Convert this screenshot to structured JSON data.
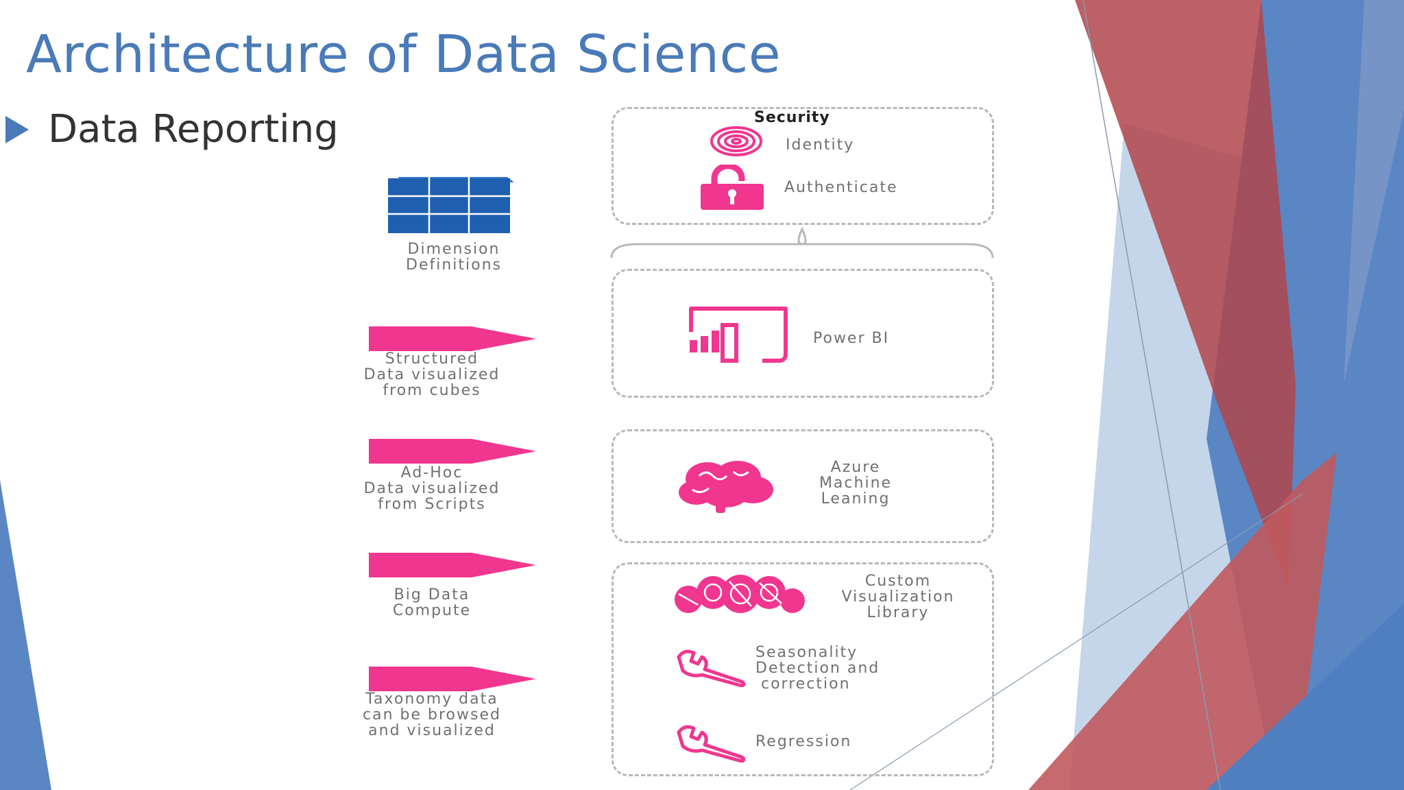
{
  "slide": {
    "title": "Architecture of Data Science",
    "bullet": "Data Reporting"
  },
  "diagram": {
    "left_items": [
      {
        "id": "dimension",
        "label_lines": [
          "Dimension",
          "Definitions"
        ],
        "icon": "cube-icon"
      },
      {
        "id": "structured",
        "label_lines": [
          "Structured",
          "Data visualized",
          "from cubes"
        ],
        "icon": "pink-arrow-icon"
      },
      {
        "id": "adhoc",
        "label_lines": [
          "Ad-Hoc",
          "Data visualized",
          "from Scripts"
        ],
        "icon": "pink-arrow-icon"
      },
      {
        "id": "bigdata",
        "label_lines": [
          "Big Data",
          "Compute"
        ],
        "icon": "pink-arrow-icon"
      },
      {
        "id": "taxonomy",
        "label_lines": [
          "Taxonomy data",
          "can be browsed",
          "and visualized"
        ],
        "icon": "pink-arrow-icon"
      }
    ],
    "security": {
      "title": "Security",
      "items": [
        {
          "label": "Identity",
          "icon": "fingerprint-icon"
        },
        {
          "label": "Authenticate",
          "icon": "padlock-icon"
        }
      ]
    },
    "powerbi": {
      "label": "Power BI",
      "icon": "powerbi-icon"
    },
    "azure_ml": {
      "label_lines": [
        "Azure",
        "Machine",
        "Leaning"
      ],
      "icon": "brain-icon"
    },
    "tools": [
      {
        "label_lines": [
          "Custom",
          "Visualization",
          "Library"
        ],
        "icon": "network-cluster-icon"
      },
      {
        "label_lines": [
          "Seasonality",
          "Detection and",
          "correction"
        ],
        "icon": "wrench-icon"
      },
      {
        "label_lines": [
          "Regression"
        ],
        "icon": "wrench-icon"
      }
    ]
  },
  "colors": {
    "title_blue": "#4a7ab8",
    "accent_pink": "#f0368f",
    "cube_blue": "#1f5fb0",
    "deco_red": "#b0454b",
    "deco_blue": "#5a86c4",
    "deco_light_blue": "#c5d6ea"
  }
}
